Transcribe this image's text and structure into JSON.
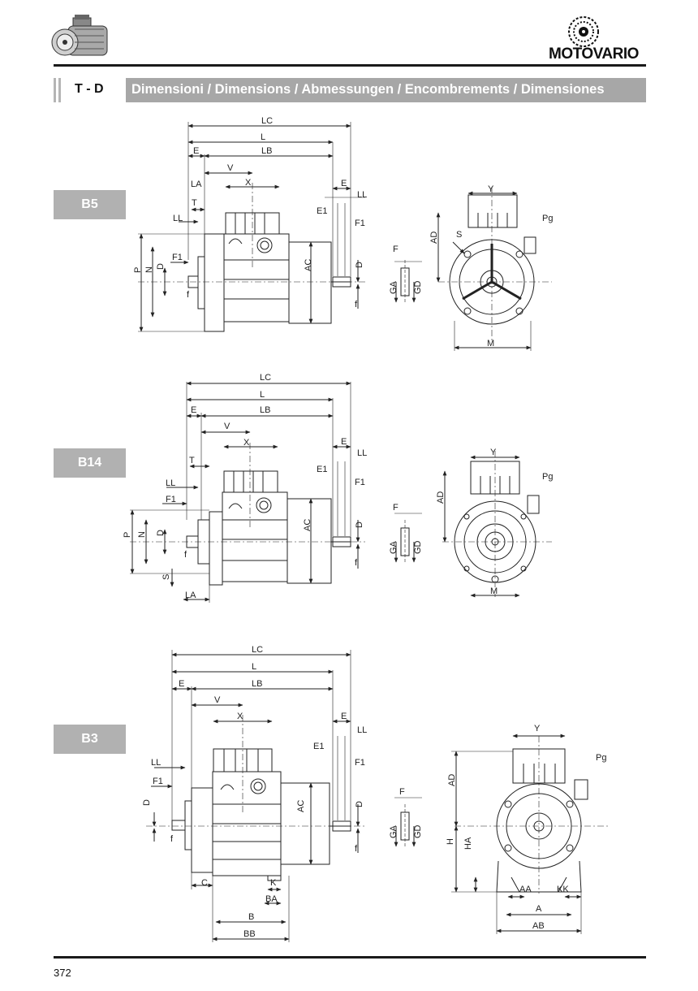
{
  "header": {
    "brand": "MOTOVARIO",
    "series_code": "T - D",
    "title": "Dimensioni / Dimensions / Abmessungen / Encombrements / Dimensiones"
  },
  "mountings": [
    "B5",
    "B14",
    "B3"
  ],
  "labels": {
    "b5": {
      "lc": "LC",
      "l": "L",
      "e": "E",
      "lb": "LB",
      "v": "V",
      "la": "LA",
      "x": "X",
      "e2": "E",
      "ll2": "LL",
      "t": "T",
      "e1": "E1",
      "ll": "LL",
      "f1a": "F1",
      "f1": "F1",
      "p": "P",
      "n": "N",
      "d": "D",
      "f": "f",
      "ac": "AC",
      "d2": "D",
      "f2": "f",
      "y": "Y",
      "pg": "Pg",
      "ad": "AD",
      "s": "S",
      "ff": "F",
      "ga": "GA",
      "gd": "GD",
      "m": "M"
    },
    "b14": {
      "lc": "LC",
      "l": "L",
      "e": "E",
      "lb": "LB",
      "v": "V",
      "x": "X",
      "e2": "E",
      "ll2": "LL",
      "t": "T",
      "e1": "E1",
      "ll": "LL",
      "f1a": "F1",
      "f1": "F1",
      "p": "P",
      "n": "N",
      "d": "D",
      "f": "f",
      "s": "S",
      "la": "LA",
      "ac": "AC",
      "d2": "D",
      "f2": "f",
      "y": "Y",
      "pg": "Pg",
      "ad": "AD",
      "ff": "F",
      "ga": "GA",
      "gd": "GD",
      "m": "M"
    },
    "b3": {
      "lc": "LC",
      "l": "L",
      "e": "E",
      "lb": "LB",
      "v": "V",
      "x": "X",
      "e2": "E",
      "ll2": "LL",
      "e1": "E1",
      "ll": "LL",
      "f1a": "F1",
      "f1": "F1",
      "d": "D",
      "f": "f",
      "ac": "AC",
      "d2": "D",
      "f2": "f",
      "c": "C",
      "k": "K",
      "ba": "BA",
      "b": "B",
      "bb": "BB",
      "y": "Y",
      "pg": "Pg",
      "ad": "AD",
      "ff": "F",
      "ga": "GA",
      "gd": "GD",
      "h": "H",
      "ha": "HA",
      "aa": "AA",
      "kk": "KK",
      "a": "A",
      "ab": "AB"
    }
  },
  "footer": {
    "page_number": "372"
  }
}
